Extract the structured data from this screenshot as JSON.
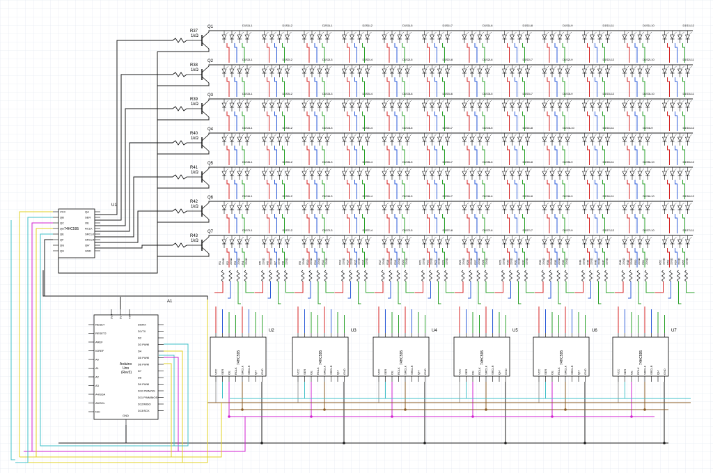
{
  "colors": {
    "grid": "#dde3ee",
    "black": "#1a1a1a",
    "red": "#d42020",
    "green": "#28a028",
    "blue": "#2a5ad8",
    "brown": "#8a5a22",
    "magenta": "#d020d0",
    "yellow": "#e0d020",
    "cyan": "#40c0c8",
    "gray": "#9a9a9a"
  },
  "shift_register_main": {
    "ref": "U1",
    "part": "74HC595",
    "left_pins": [
      "VCC",
      "QB",
      "QC",
      "QD",
      "QE",
      "QF",
      "QG",
      "QH"
    ],
    "right_pins": [
      "QA",
      "SER",
      "OE",
      "RCLK",
      "SRCLK",
      "SRCLR",
      "QH'",
      "GND"
    ]
  },
  "transistors": [
    {
      "q": "Q1",
      "r": "R37",
      "val": "1kΩ"
    },
    {
      "q": "Q2",
      "r": "R38",
      "val": "1kΩ"
    },
    {
      "q": "Q3",
      "r": "R39",
      "val": "1kΩ"
    },
    {
      "q": "Q4",
      "r": "R40",
      "val": "1kΩ"
    },
    {
      "q": "Q5",
      "r": "R41",
      "val": "1kΩ"
    },
    {
      "q": "Q6",
      "r": "R42",
      "val": "1kΩ"
    },
    {
      "q": "Q7",
      "r": "R43",
      "val": "1kΩ"
    }
  ],
  "led_labels": [
    [
      "D1S1L1",
      "D1S1L2",
      "D2S1L1",
      "D2S1L2",
      "D1S1L5",
      "D1S1L7",
      "D1S1L6",
      "D1S1L8",
      "D1S1L9",
      "D1S1L11",
      "D1S1L10",
      "D1S1L12"
    ],
    [
      "D1S2L1",
      "D1S2L2",
      "D1S2L3",
      "D1S2L4",
      "D1S2L5",
      "D1S2L8",
      "D1S2L6",
      "D1S2L7",
      "D1S2L9",
      "D1S2L12",
      "D1S2L10",
      "D1S2L11"
    ],
    [
      "D1S3L1",
      "D1S3L2",
      "D1S3L3",
      "D1S3L4",
      "D1S3L8",
      "D1S3L6",
      "D1S3L5",
      "D1S3L7",
      "D1S3L9",
      "D1S3L12",
      "D1S3L10",
      "D1S3L11"
    ],
    [
      "D1S4L1",
      "D1S4L2",
      "D1S4L3",
      "D1S4L4",
      "D1S4L6",
      "D1S4L7",
      "D1S4L5",
      "D1S4L8",
      "D1S4L10",
      "D1S4L11",
      "D1S4L9",
      "D1S4L12"
    ],
    [
      "D1S5L1",
      "D1S5L2",
      "D1S5L3",
      "D1S5L4",
      "D1S5L5",
      "D1S5L7",
      "D1S5L6",
      "D1S5L8",
      "D1S5L9",
      "D1S5L11",
      "D1S5L10",
      "D1S5L12"
    ],
    [
      "D1S6L1",
      "D1S6L2",
      "D1S6L3",
      "D1S6L4",
      "D1S6L5",
      "D1S6L7",
      "D1S6L6",
      "D1S6L8",
      "D1S6L9",
      "D1S6L11",
      "D1S6L10",
      "D1S6L12"
    ],
    [
      "D1S7L1",
      "D1S7L2",
      "D1S7L3",
      "D1S7L4",
      "D1S7L5",
      "D1S7L8",
      "D1S7L6",
      "D1S7L7",
      "D1S7L9",
      "D1S7L12",
      "D1S7L10",
      "D1S7L11"
    ]
  ],
  "resistor_values": [
    "220Ω",
    "220Ω",
    "220Ω",
    "220Ω"
  ],
  "resistor_groups": [
    [
      "R1",
      "R2",
      "R3",
      "R4"
    ],
    [
      "R5",
      "R6",
      "R7",
      "R8"
    ],
    [
      "R9",
      "R10",
      "R11",
      "R12"
    ],
    [
      "R13",
      "R14",
      "R15",
      "R16"
    ],
    [
      "R17",
      "R18",
      "R19",
      "R20"
    ],
    [
      "R21",
      "R22",
      "R23",
      "R24"
    ],
    [
      "R25",
      "R26",
      "R27",
      "R28"
    ],
    [
      "R29",
      "R30",
      "R31",
      "R32"
    ],
    [
      "R33",
      "R34",
      "R35",
      "R36"
    ],
    [
      "R44",
      "R45",
      "R46",
      "R47"
    ],
    [
      "R48",
      "R49",
      "R50",
      "R51"
    ],
    [
      "R52",
      "R53",
      "R54",
      "R55"
    ]
  ],
  "chips": [
    {
      "ref": "U2",
      "part": "74HC595"
    },
    {
      "ref": "U3",
      "part": "74HC595"
    },
    {
      "ref": "U4",
      "part": "74HC595"
    },
    {
      "ref": "U5",
      "part": "74HC595"
    },
    {
      "ref": "U6",
      "part": "74HC595"
    },
    {
      "ref": "U7",
      "part": "74HC595"
    }
  ],
  "chip_pins": [
    "VCC",
    "SER",
    "OE",
    "RCLK",
    "SRCLK",
    "SRCLR",
    "QH'",
    "GND"
  ],
  "arduino": {
    "ref": "A1",
    "name": "Arduino",
    "model": "Uno",
    "rev": "(Rev3)",
    "top_pins": [
      "3V3",
      "5V",
      "VIN"
    ],
    "bottom_pin": "GND",
    "left_pins": [
      "RESET",
      "RESET2",
      "AREF",
      "IOREF",
      "A0",
      "A1",
      "A2",
      "A3",
      "A4/SDA",
      "A5/SCL",
      "N/C"
    ],
    "right_pins": [
      "D0/RX",
      "D1/TX",
      "D2",
      "D3 PWM",
      "D4",
      "D5 PWM",
      "D6 PWM",
      "D7",
      "D8",
      "D9 PWM",
      "D10 PWM/SS",
      "D11 PWM/MOSI",
      "D12/MISO",
      "D13/SCK"
    ]
  }
}
